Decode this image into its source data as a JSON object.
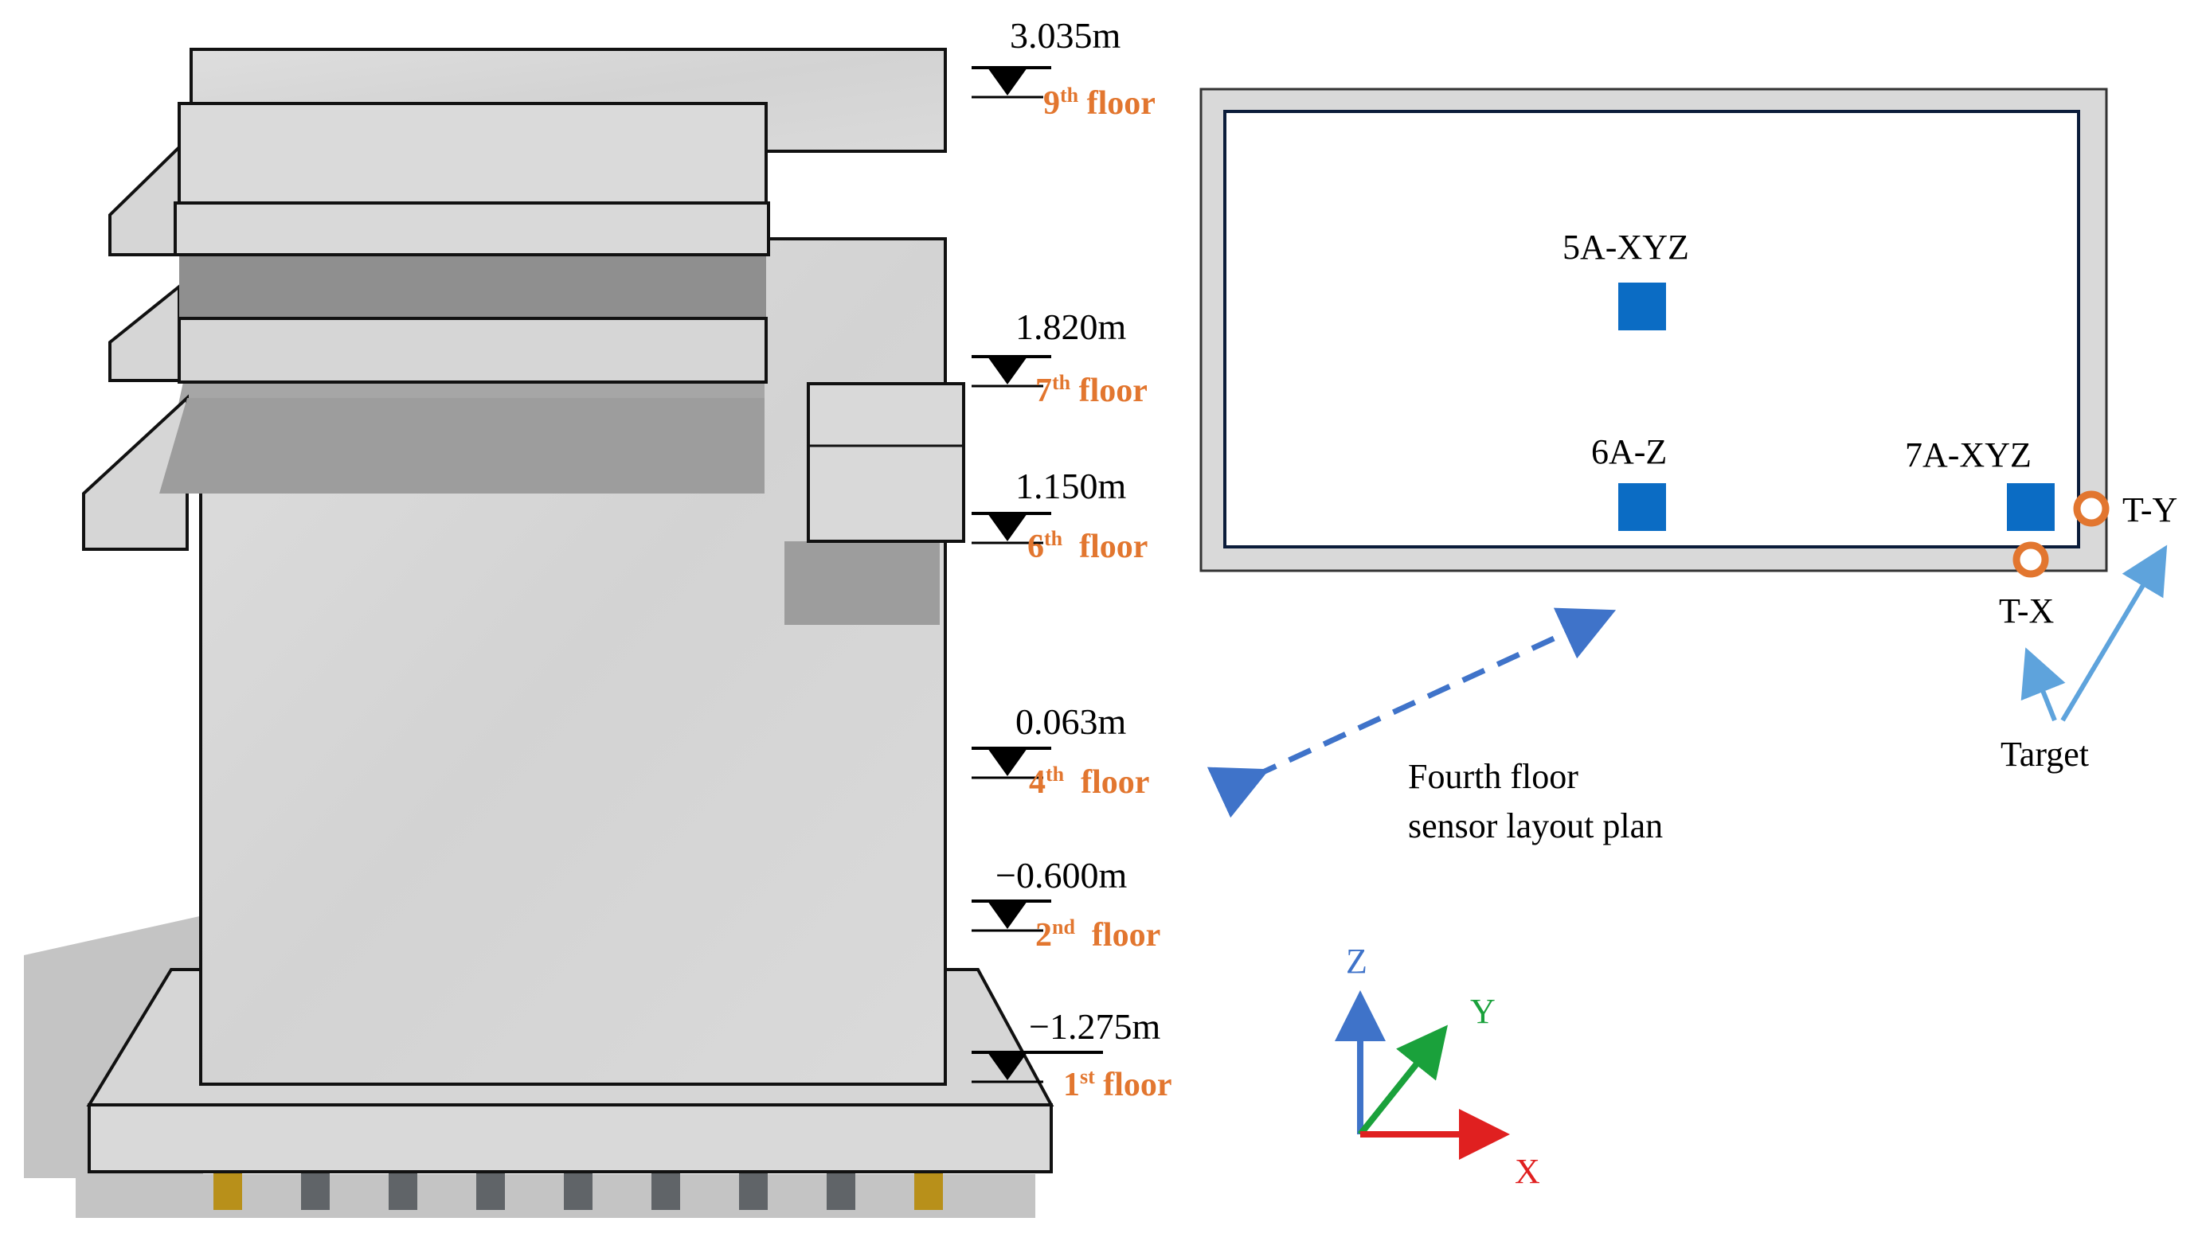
{
  "colors": {
    "floor_label": "#e2762f",
    "sensor": "#0b6cc4",
    "target_ring": "#e2762f",
    "leader_arrow": "#3f73c9",
    "target_arrow": "#5ea3dc",
    "axis_z": "#3f73c9",
    "axis_y": "#1aa13b",
    "axis_x": "#e02020",
    "building": "#d9d9d9",
    "plan_wall": "#d9d9d9",
    "pile_tan": "#b8901a",
    "pile_grey": "#606468"
  },
  "levels": [
    {
      "elevation": "3.035m",
      "floor_num": "9",
      "floor_suffix": "th",
      "floor_word": "floor"
    },
    {
      "elevation": "1.820m",
      "floor_num": "7",
      "floor_suffix": "th",
      "floor_word": "floor"
    },
    {
      "elevation": "1.150m",
      "floor_num": "6",
      "floor_suffix": "th",
      "floor_word": "floor"
    },
    {
      "elevation": "0.063m",
      "floor_num": "4",
      "floor_suffix": "th",
      "floor_word": "floor"
    },
    {
      "elevation": "−0.600m",
      "floor_num": "2",
      "floor_suffix": "nd",
      "floor_word": "floor"
    },
    {
      "elevation": "−1.275m",
      "floor_num": "1",
      "floor_suffix": "st",
      "floor_word": "floor"
    }
  ],
  "plan": {
    "title_line1": "Fourth floor",
    "title_line2": "sensor layout plan",
    "sensors": [
      {
        "label": "5A-XYZ"
      },
      {
        "label": "6A-Z"
      },
      {
        "label": "7A-XYZ"
      }
    ],
    "targets": [
      {
        "label": "T-Y"
      },
      {
        "label": "T-X"
      }
    ],
    "target_caption": "Target"
  },
  "axes": {
    "z": "Z",
    "y": "Y",
    "x": "X"
  }
}
